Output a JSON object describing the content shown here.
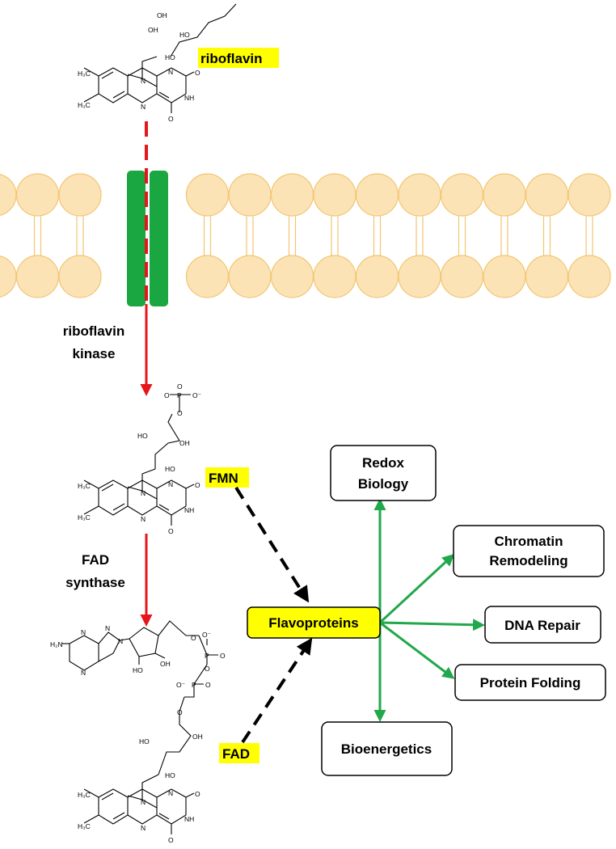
{
  "molecules": {
    "riboflavin": {
      "label": "riboflavin",
      "atoms": {
        "oh1": "OH",
        "oh2": "HO",
        "oh3": "OH",
        "oh4": "HO",
        "n10": "N",
        "n1": "N",
        "n3": "NH",
        "n5": "N",
        "o2": "O",
        "o4": "O",
        "me7": "H₃C",
        "me8": "H₃C"
      }
    },
    "fmn": {
      "label": "FMN",
      "atoms": {
        "o_a": "O⁻",
        "o_b": "O⁻",
        "p": "P",
        "o_c": "O",
        "o_d": "O",
        "oh2": "HO",
        "oh3": "OH",
        "oh4": "HO",
        "n10": "N",
        "n1": "N",
        "n3": "NH",
        "n5": "N",
        "o2": "O",
        "o4": "O",
        "me7": "H₃C",
        "me8": "H₃C"
      }
    },
    "fad": {
      "label": "FAD",
      "atoms": {
        "nh2": "H₂N",
        "ad_n1": "N",
        "ad_n3": "N",
        "ad_n7": "N",
        "ad_n9": "N",
        "ho1": "HO",
        "oh1": "OH",
        "o_r": "O",
        "p1": "P",
        "o_p1a": "O⁻",
        "o_p1b": "O",
        "o_br": "O",
        "p2": "P",
        "o_p2a": "O⁻",
        "o_p2b": "O",
        "o_l": "O",
        "oh2": "HO",
        "oh3": "OH",
        "oh4": "HO",
        "n10": "N",
        "n1": "N",
        "n3": "NH",
        "n5": "N",
        "o2": "O",
        "o4": "O",
        "me7": "H₃C",
        "me8": "H₃C"
      }
    }
  },
  "enzymes": {
    "kinase": [
      "riboflavin",
      "kinase"
    ],
    "synthase": [
      "FAD",
      "synthase"
    ]
  },
  "hub": {
    "label": "Flavoproteins"
  },
  "outcomes": {
    "redox": [
      "Redox",
      "Biology"
    ],
    "chromatin": [
      "Chromatin",
      "Remodeling"
    ],
    "dna": [
      "DNA Repair"
    ],
    "protein": [
      "Protein Folding"
    ],
    "bioenergetics": [
      "Bioenergetics"
    ]
  },
  "colors": {
    "highlight": "#ffff00",
    "transporter": "#1aa640",
    "lipid_fill": "#fce3b5",
    "lipid_stroke": "#f1c572",
    "red_arrow": "#e5161c",
    "green_arrow": "#20a84a",
    "black_dash": "#000000"
  }
}
